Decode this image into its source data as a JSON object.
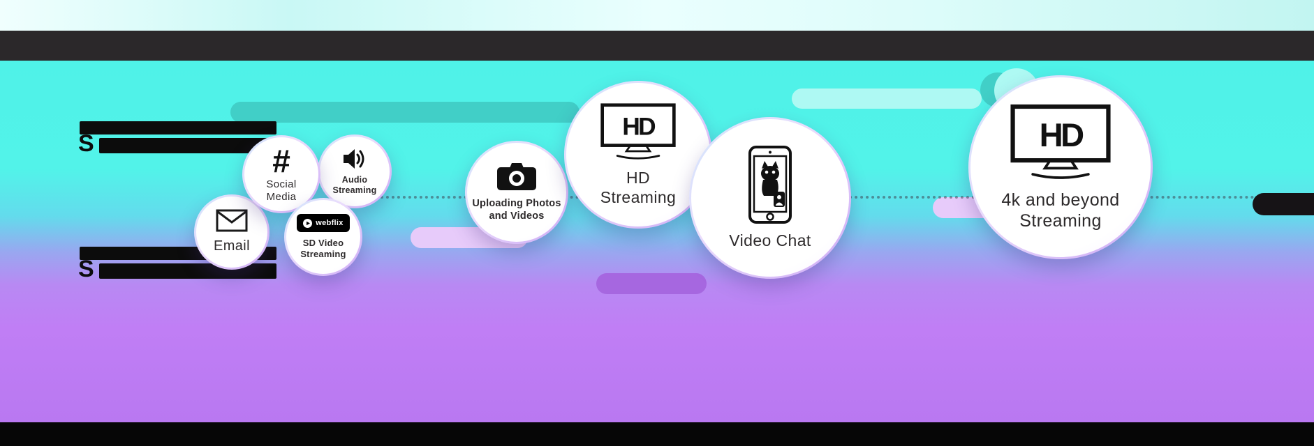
{
  "colors": {
    "cyan": "#4ff2e8",
    "purple": "#c07ef5",
    "header_bar": "#2b282a",
    "redacted_text": "#0c0c0c"
  },
  "headings": [
    {
      "visible_text": "S"
    },
    {
      "visible_text": "S"
    }
  ],
  "bubbles": [
    {
      "id": "email",
      "label": "Email",
      "icon": "envelope-icon"
    },
    {
      "id": "social-media",
      "label": "Social Media",
      "icon": "hashtag-icon",
      "icon_glyph": "#"
    },
    {
      "id": "audio-streaming",
      "label": "Audio Streaming",
      "icon": "speaker-icon"
    },
    {
      "id": "sd-video-streaming",
      "label": "SD Video Streaming",
      "icon": "webflix-badge",
      "badge_text": "webflix"
    },
    {
      "id": "uploading-photos-videos",
      "label": "Uploading Photos and Videos",
      "icon": "camera-icon"
    },
    {
      "id": "hd-streaming",
      "label": "HD Streaming",
      "icon": "hd-tv-icon",
      "tv_text": "HD"
    },
    {
      "id": "video-chat",
      "label": "Video Chat",
      "icon": "video-call-phone-icon"
    },
    {
      "id": "4k-streaming",
      "label": "4k and beyond Streaming",
      "icon": "hd-tv-icon",
      "tv_text": "HD"
    }
  ]
}
